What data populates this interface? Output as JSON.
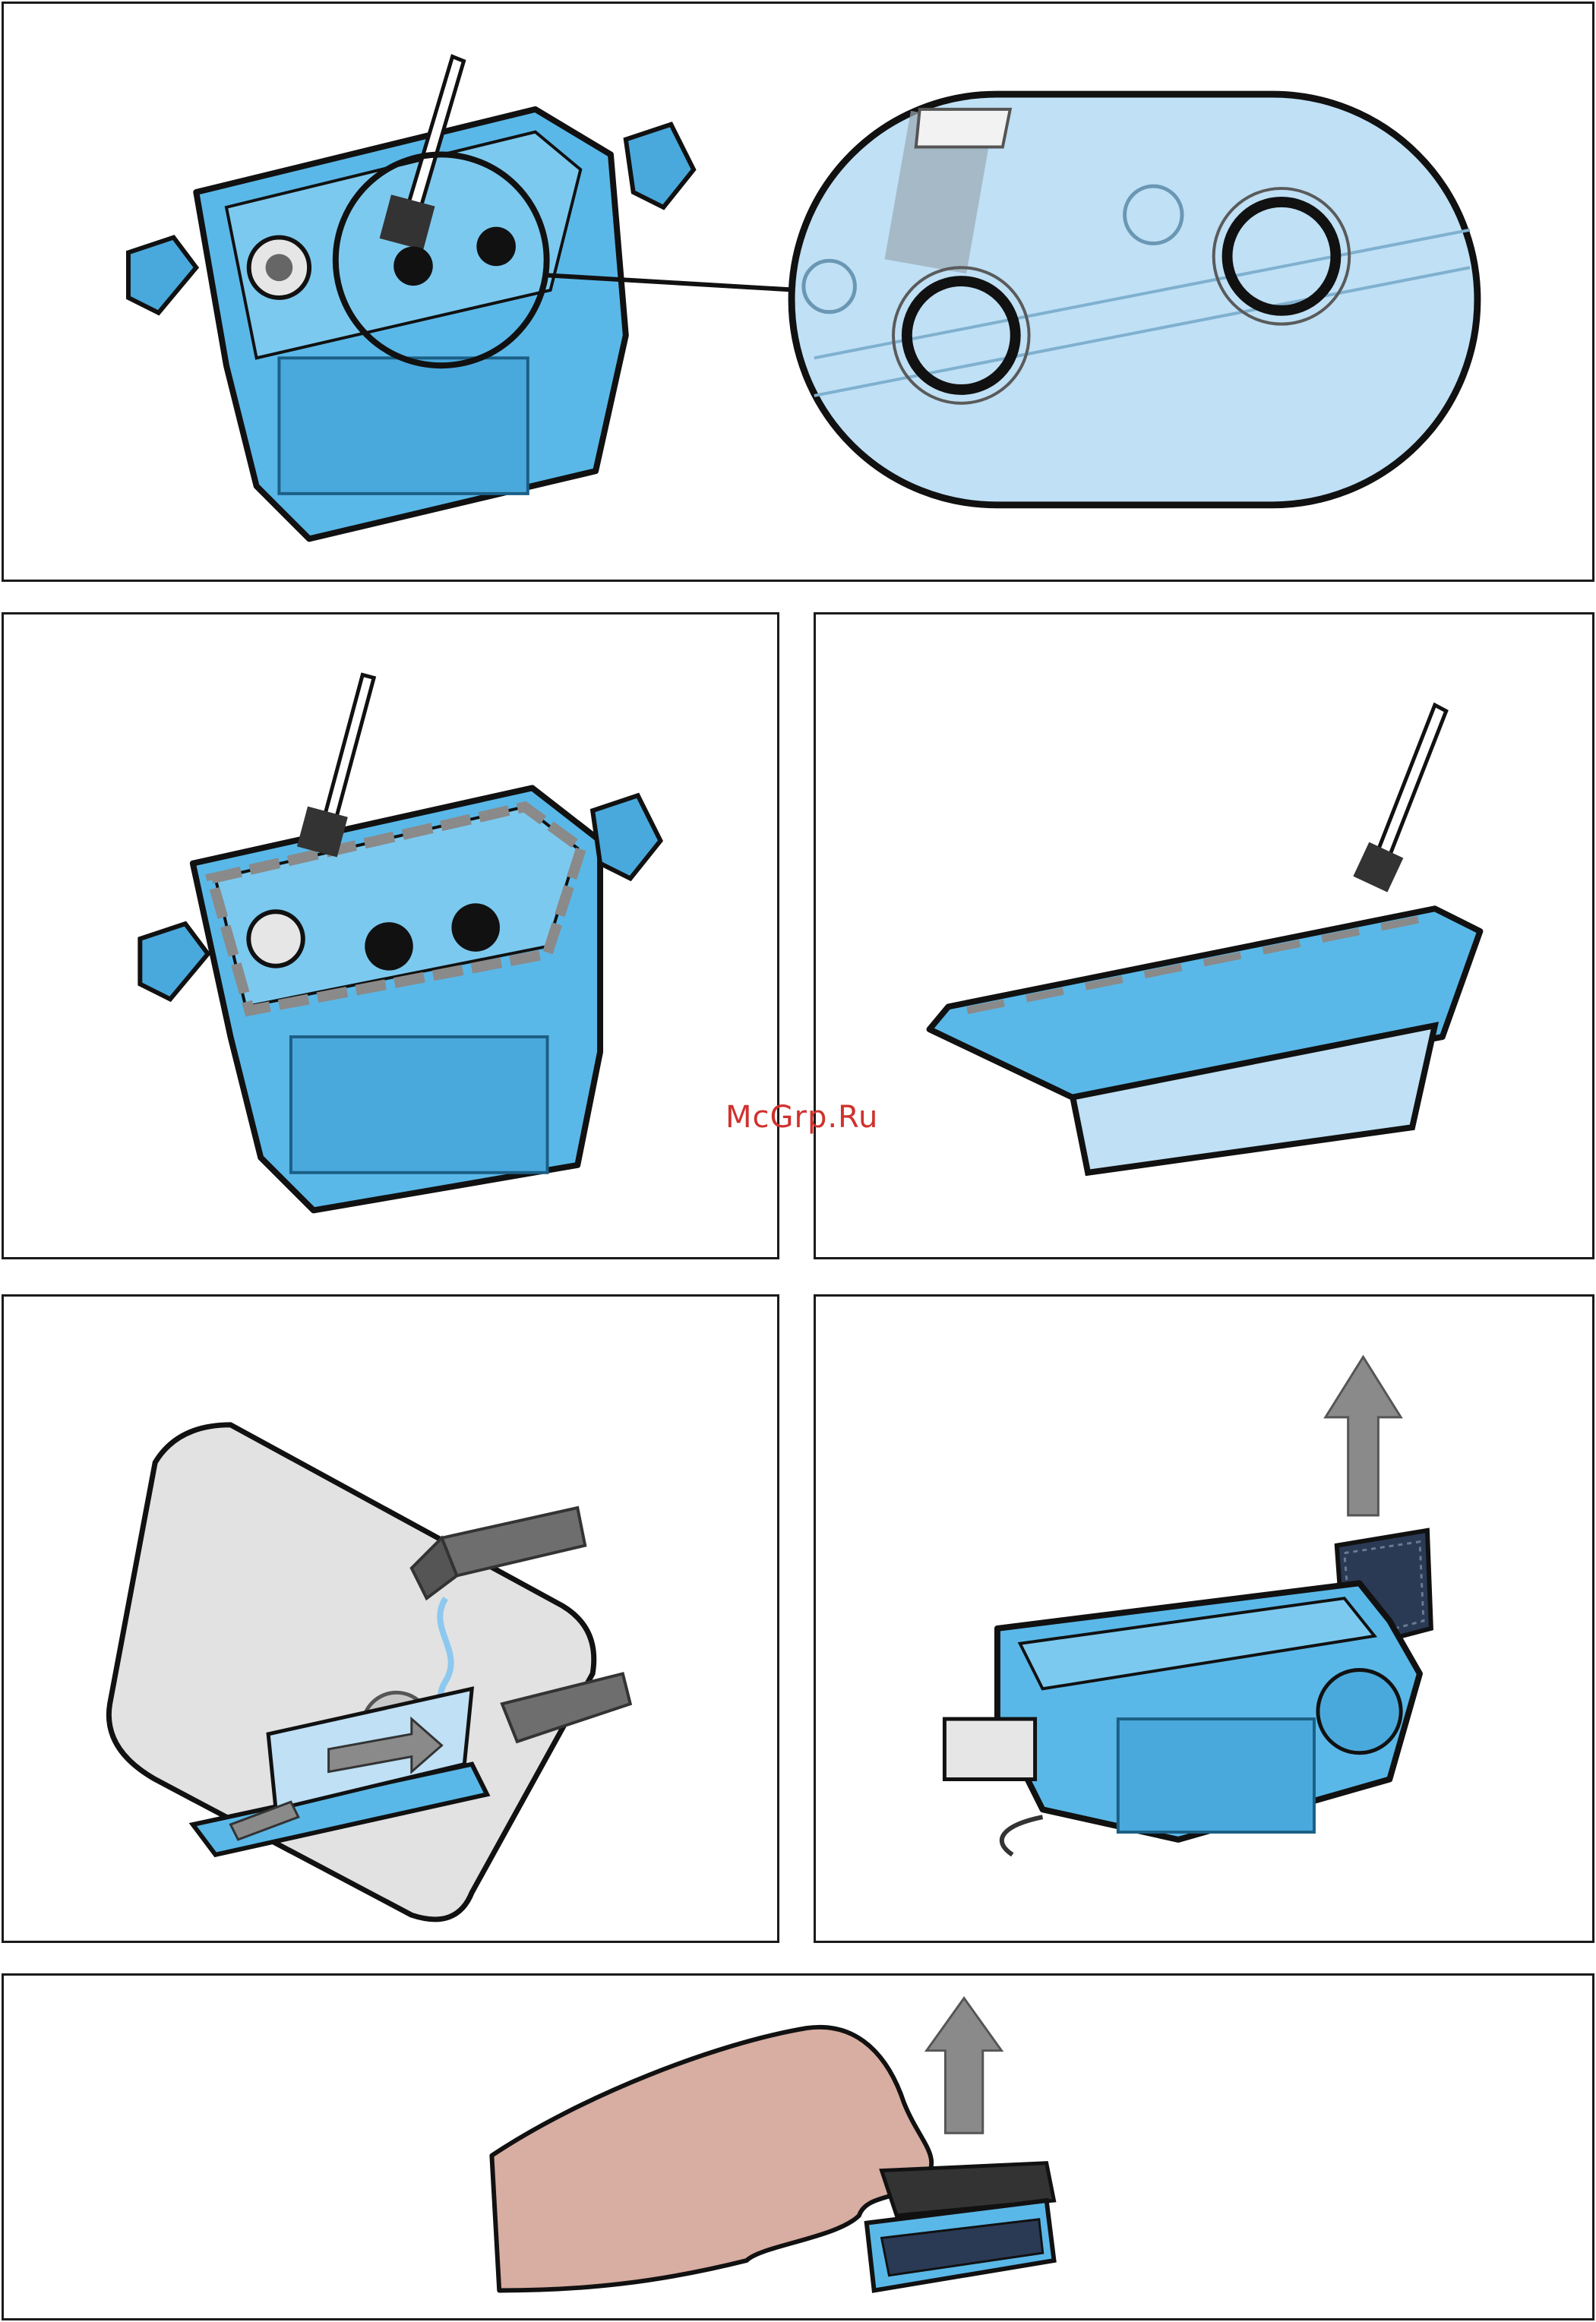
{
  "watermark": "McGrp.Ru",
  "colors": {
    "part_blue": "#5ab8e8",
    "part_dark": "#2d8fc9",
    "inset_bg": "#bfe0f5",
    "arrow_grey": "#8a8a8a",
    "outline": "#111111",
    "sink_grey": "#e2e2e2",
    "hand_skin": "#d8ada2",
    "filter_dark": "#2a3a55"
  },
  "panels": [
    {
      "id": "panel-1",
      "illustration": "brush-cleaning-outlet-holes-with-magnified-inset"
    },
    {
      "id": "panel-2",
      "illustration": "brush-cleaning-inner-rim-of-housing"
    },
    {
      "id": "panel-3",
      "illustration": "brush-cleaning-lid-seal"
    },
    {
      "id": "panel-4",
      "illustration": "rinsing-lid-under-tap-in-sink"
    },
    {
      "id": "panel-5",
      "illustration": "removing-filter-upward"
    },
    {
      "id": "panel-6",
      "illustration": "hand-lifting-filter-cover-upward"
    }
  ]
}
